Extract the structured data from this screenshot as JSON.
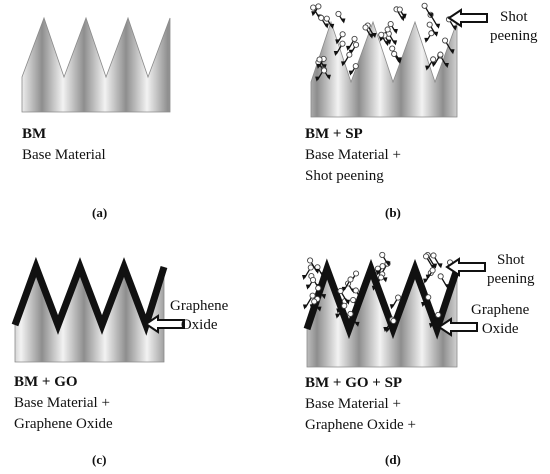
{
  "panels": {
    "a": {
      "code": "BM",
      "desc": [
        "Base Material"
      ],
      "tag": "(a)"
    },
    "b": {
      "code": "BM + SP",
      "desc": [
        "Base Material +",
        "Shot peening"
      ],
      "tag": "(b)",
      "callout_sp": [
        "Shot",
        "peening"
      ]
    },
    "c": {
      "code": "BM +  GO",
      "desc": [
        "Base Material +",
        "Graphene Oxide"
      ],
      "tag": "(c)",
      "callout_go": [
        "Graphene",
        "Oxide"
      ]
    },
    "d": {
      "code": "BM + GO + SP",
      "desc": [
        "Base Material +",
        "Graphene Oxide +"
      ],
      "tag": "(d)",
      "callout_sp": [
        "Shot",
        "peening"
      ],
      "callout_go": [
        "Graphene",
        "Oxide"
      ]
    }
  },
  "colors": {
    "metal_light": "#f2f2f2",
    "metal_mid": "#c4c4c4",
    "metal_dark": "#8e8e8e",
    "coating": "#111111",
    "shot": "#ffffff",
    "arrow": "#111111"
  }
}
